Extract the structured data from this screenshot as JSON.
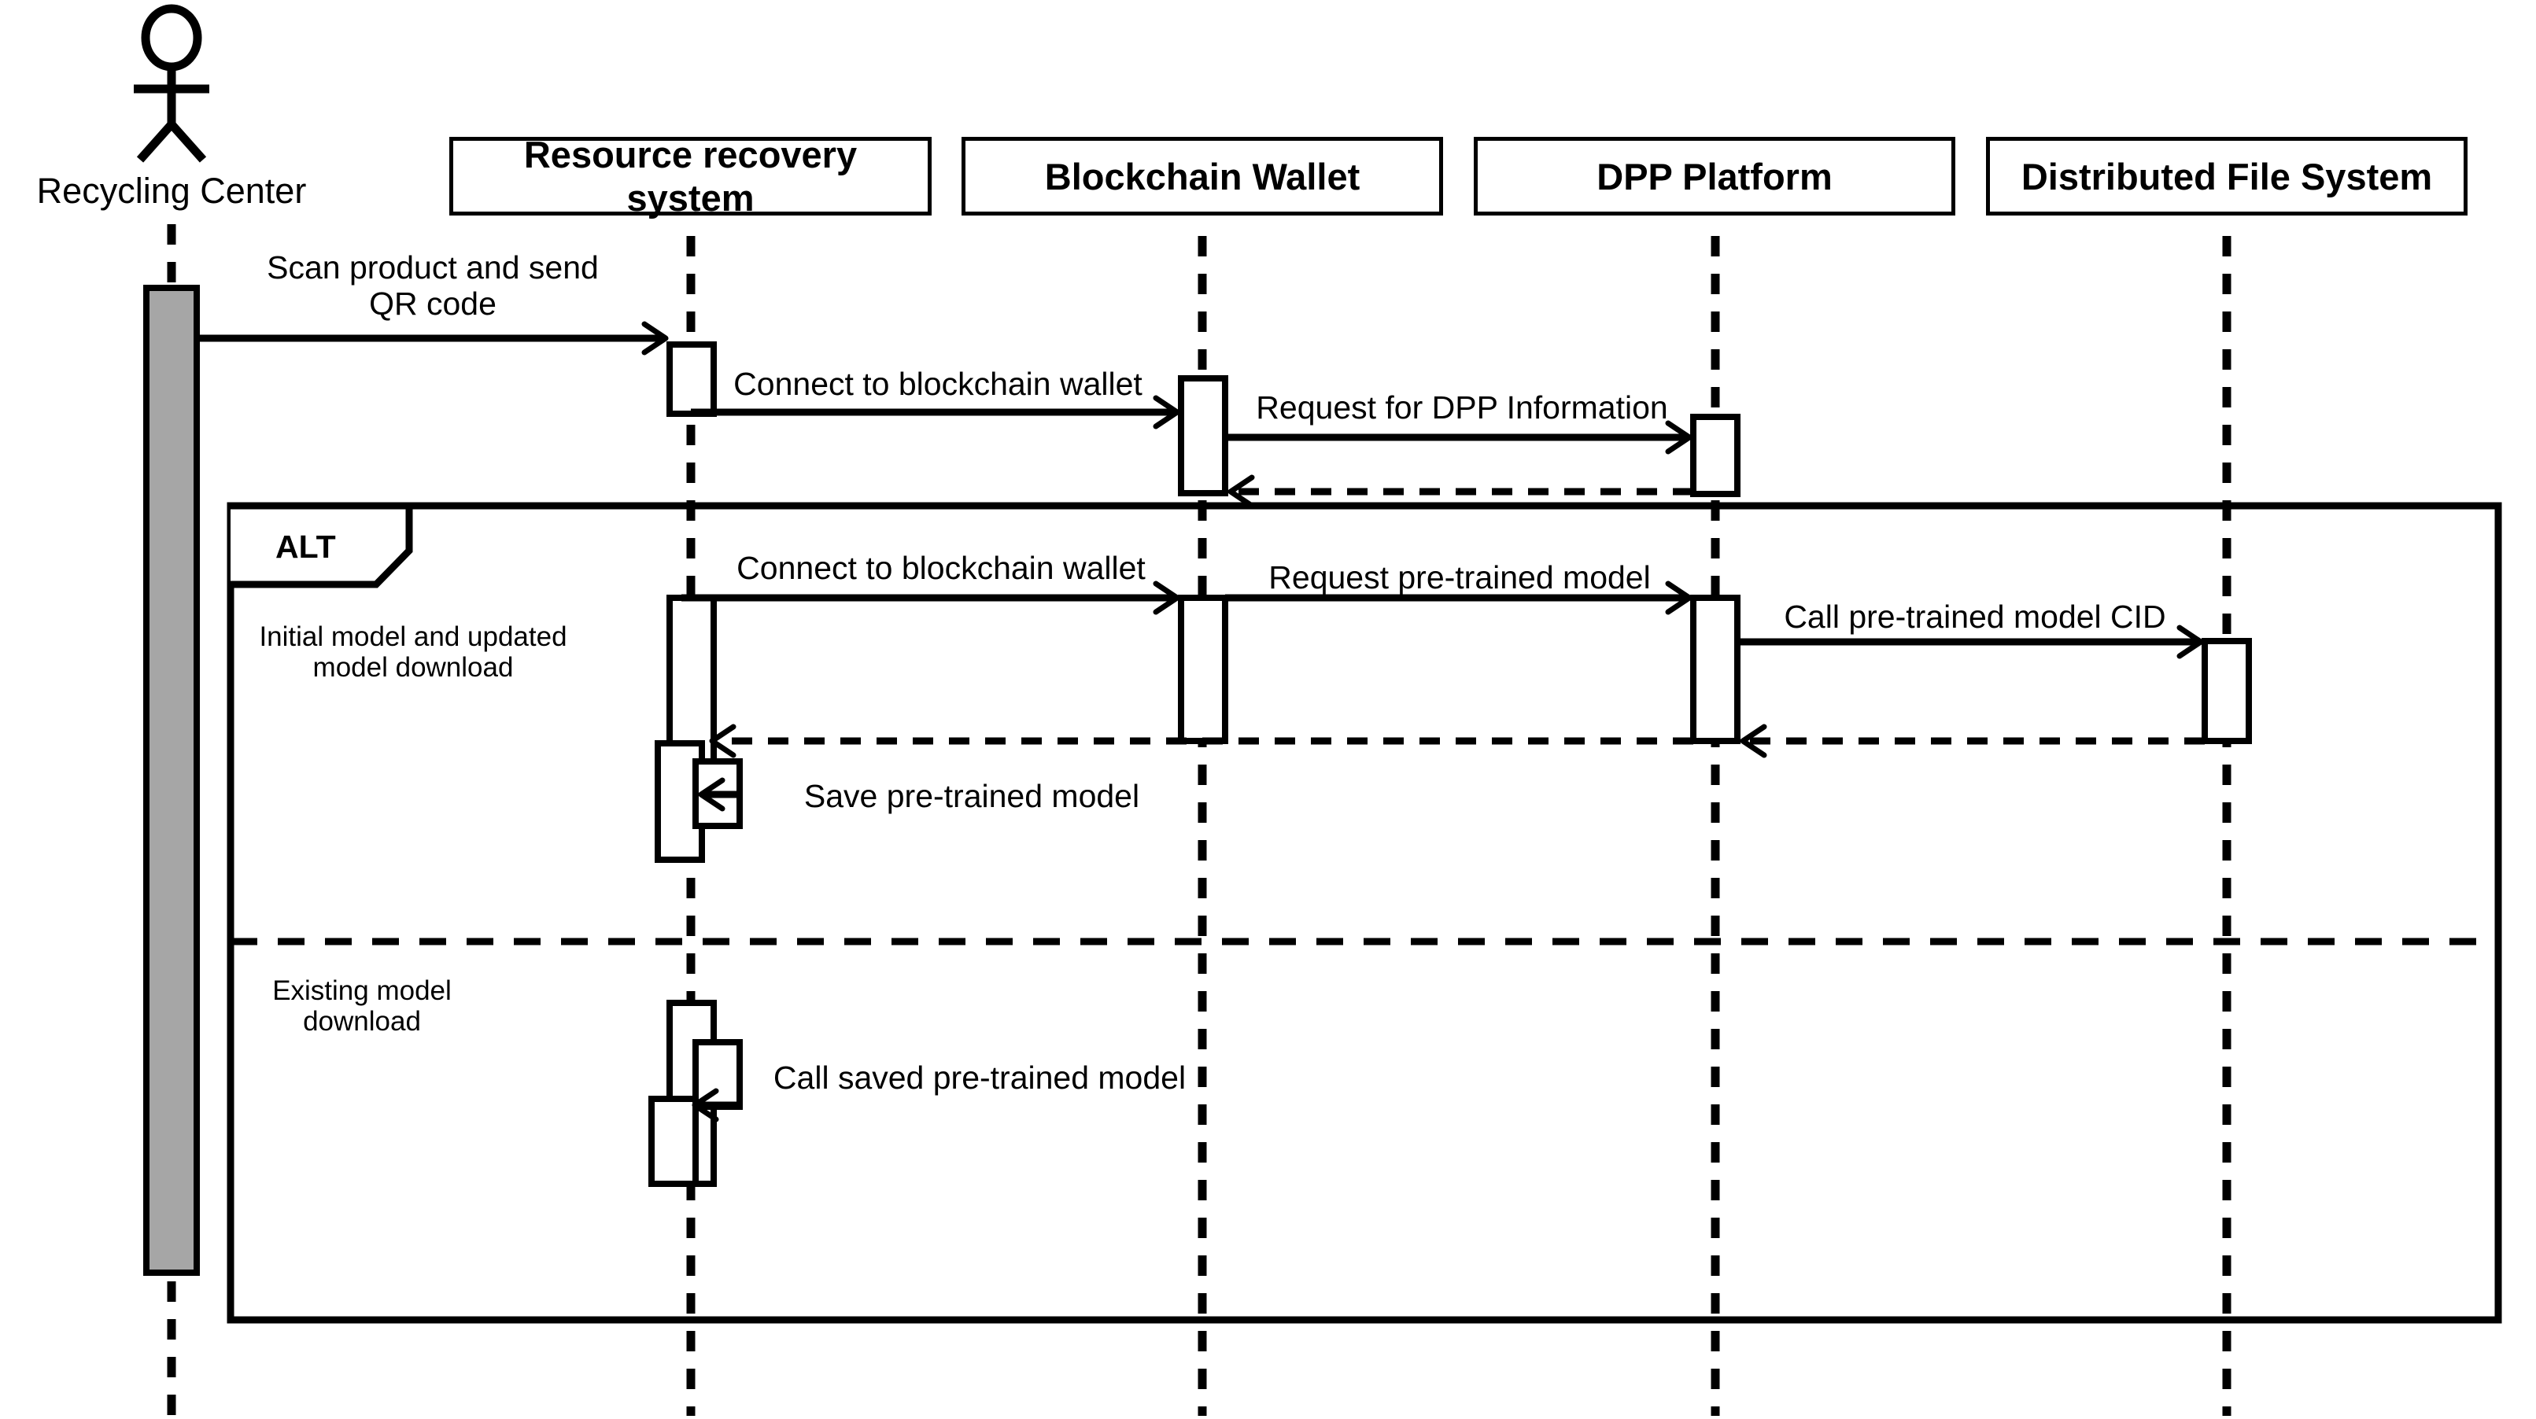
{
  "diagram": {
    "type": "uml-sequence-diagram",
    "title": "",
    "colors": {
      "stroke": "#000000",
      "background": "#ffffff",
      "actor_activation_fill": "#a6a6a6",
      "activation_fill": "#ffffff"
    }
  },
  "actor": {
    "name": "Recycling Center",
    "icon": "stick-figure-actor-icon"
  },
  "participants": [
    {
      "id": "rrs",
      "label": "Resource recovery system"
    },
    {
      "id": "wallet",
      "label": "Blockchain Wallet"
    },
    {
      "id": "dpp",
      "label": "DPP Platform"
    },
    {
      "id": "dfs",
      "label": "Distributed File System"
    }
  ],
  "messages": [
    {
      "id": "m1",
      "label": "Scan product and send QR code",
      "from": "actor",
      "to": "rrs",
      "style": "solid"
    },
    {
      "id": "m2",
      "label": "Connect to blockchain wallet",
      "from": "rrs",
      "to": "wallet",
      "style": "solid"
    },
    {
      "id": "m3",
      "label": "Request for DPP Information",
      "from": "wallet",
      "to": "dpp",
      "style": "solid"
    },
    {
      "id": "m4",
      "label": "",
      "from": "dpp",
      "to": "wallet",
      "style": "dashed"
    },
    {
      "id": "m5",
      "label": "Connect to blockchain wallet",
      "from": "rrs",
      "to": "wallet",
      "style": "solid"
    },
    {
      "id": "m6",
      "label": "Request pre-trained model",
      "from": "wallet",
      "to": "dpp",
      "style": "solid"
    },
    {
      "id": "m7",
      "label": "Call pre-trained model CID",
      "from": "dpp",
      "to": "dfs",
      "style": "solid"
    },
    {
      "id": "m8",
      "label": "",
      "from": "dfs",
      "to": "dpp",
      "style": "dashed"
    },
    {
      "id": "m9",
      "label": "",
      "from": "dpp",
      "to": "rrs",
      "style": "dashed"
    },
    {
      "id": "m10",
      "label": "Save pre-trained model",
      "from": "rrs",
      "to": "rrs",
      "style": "self"
    },
    {
      "id": "m11",
      "label": "Call saved pre-trained model",
      "from": "rrs",
      "to": "rrs",
      "style": "self"
    }
  ],
  "fragment": {
    "operator": "ALT",
    "operands": [
      {
        "guard": "Initial model and updated model download"
      },
      {
        "guard": "Existing model download"
      }
    ]
  }
}
